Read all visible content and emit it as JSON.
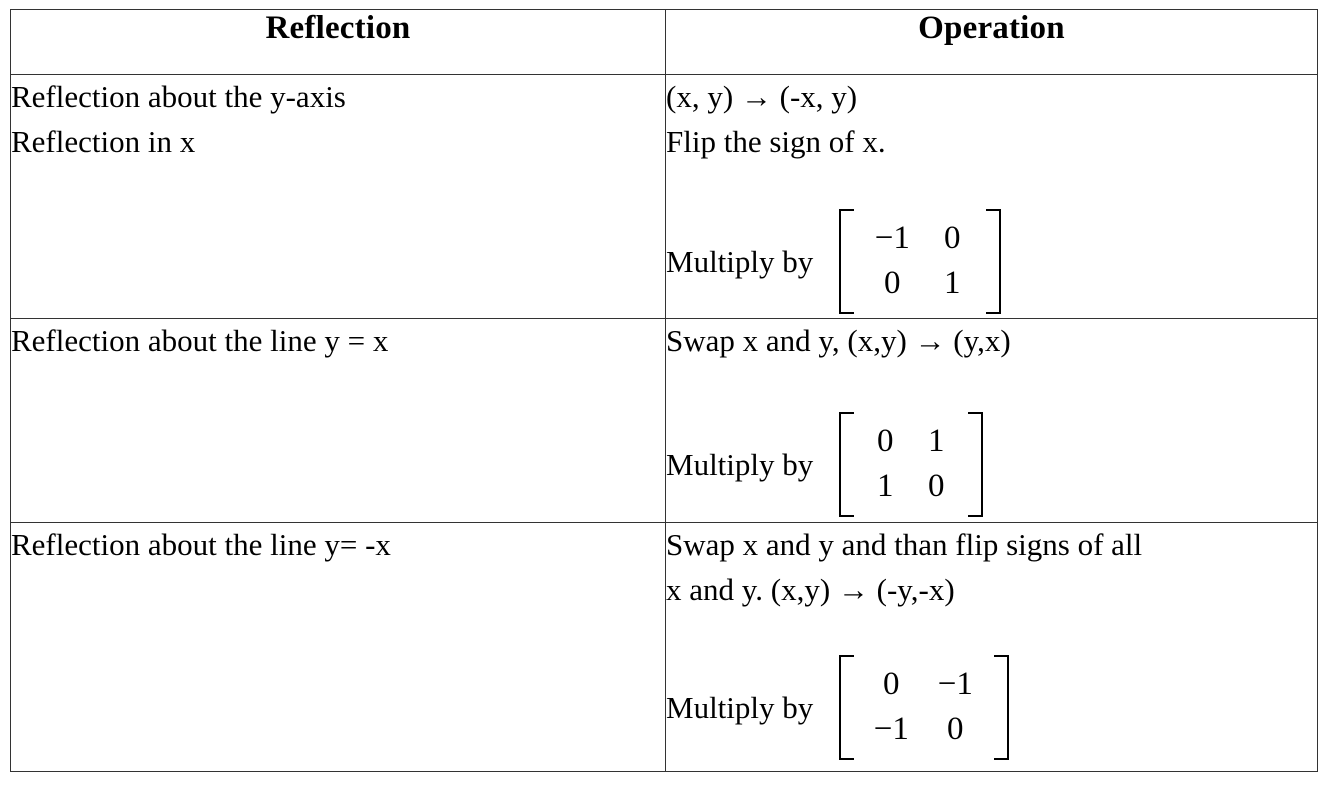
{
  "table": {
    "headers": {
      "reflection": "Reflection",
      "operation": "Operation"
    },
    "rows": [
      {
        "reflection_lines": [
          "Reflection about the y-axis",
          "Reflection in x"
        ],
        "operation_lines": [
          "(x, y) → (-x, y)",
          "Flip the sign of x."
        ],
        "multiply_label": "Multiply by",
        "matrix": [
          [
            "−1",
            "0"
          ],
          [
            "0",
            "1"
          ]
        ]
      },
      {
        "reflection_lines": [
          "Reflection about the line y = x"
        ],
        "operation_lines": [
          "Swap x and y, (x,y) → (y,x)"
        ],
        "multiply_label": "Multiply by",
        "matrix": [
          [
            "0",
            "1"
          ],
          [
            "1",
            "0"
          ]
        ]
      },
      {
        "reflection_lines": [
          "Reflection about the line y= -x"
        ],
        "operation_lines": [
          "Swap x and y and than flip signs of all",
          "x and y.  (x,y) → (-y,-x)"
        ],
        "multiply_label": "Multiply by",
        "matrix": [
          [
            "0",
            "−1"
          ],
          [
            "−1",
            "0"
          ]
        ]
      }
    ]
  },
  "colors": {
    "text": "#000000",
    "border": "#333333",
    "background": "#ffffff"
  }
}
